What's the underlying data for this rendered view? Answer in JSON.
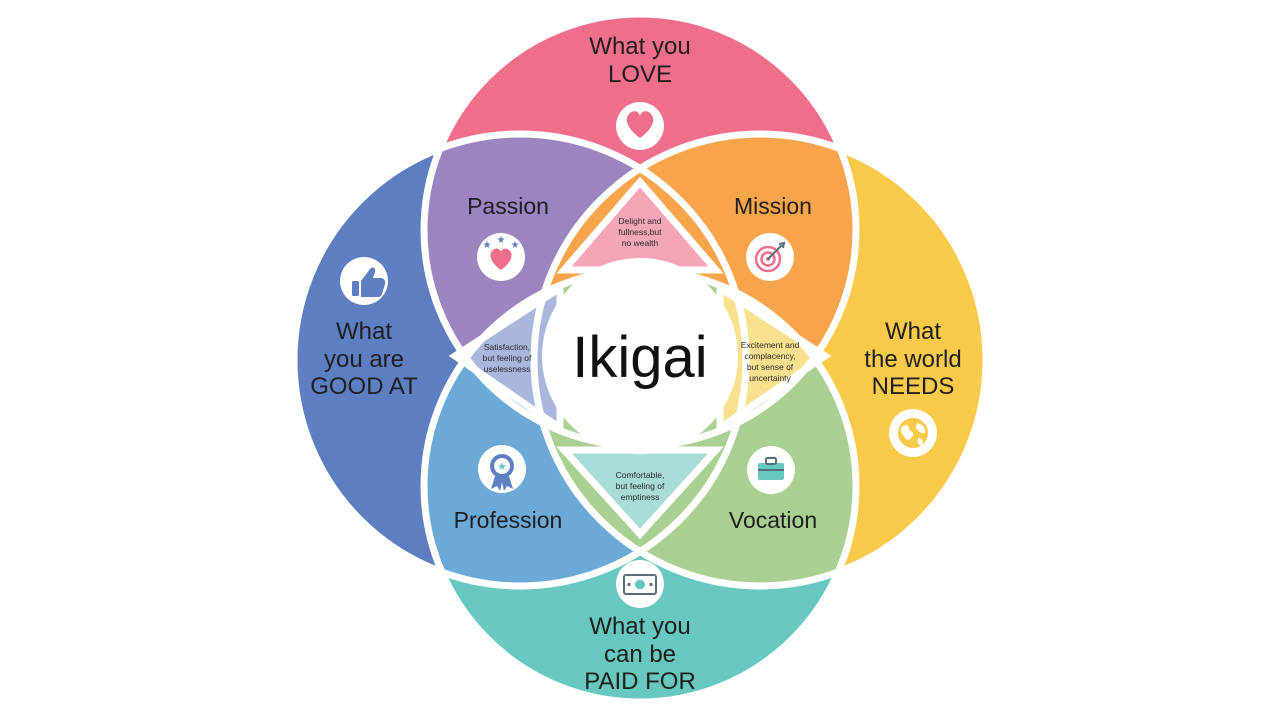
{
  "center": {
    "title": "Ikigai"
  },
  "circles": {
    "love": {
      "line1": "What you",
      "line2": "LOVE",
      "icon": "heart-icon",
      "color": "#ef6f8b"
    },
    "good": {
      "line1": "What",
      "line2": "you are",
      "line3": "GOOD AT",
      "icon": "thumbs-up-icon",
      "color": "#5d7fc1"
    },
    "needs": {
      "line1": "What",
      "line2": "the world",
      "line3": "NEEDS",
      "icon": "globe-icon",
      "color": "#f9c94a"
    },
    "paid": {
      "line1": "What you",
      "line2": "can be",
      "line3": "PAID FOR",
      "icon": "money-icon",
      "color": "#67c8c0"
    }
  },
  "petals": {
    "passion": {
      "label": "Passion",
      "icon": "heart-stars-icon",
      "color": "#9b84bf"
    },
    "mission": {
      "label": "Mission",
      "icon": "target-icon",
      "color": "#f7a44a"
    },
    "profession": {
      "label": "Profession",
      "icon": "award-ribbon-icon",
      "color": "#6aa9d8"
    },
    "vocation": {
      "label": "Vocation",
      "icon": "briefcase-icon",
      "color": "#a9cf93"
    }
  },
  "triangles": {
    "top": {
      "line1": "Delight and",
      "line2": "fullness,but",
      "line3": "no wealth",
      "color": "#f4a5b7"
    },
    "left": {
      "line1": "Satisfaction,",
      "line2": "but feeling of",
      "line3": "uselessness",
      "color": "#a9b7dd"
    },
    "right": {
      "line1": "Excitement and",
      "line2": "complacency,",
      "line3": "but sense of",
      "line4": "uncertainty",
      "color": "#f9e08f"
    },
    "bottom": {
      "line1": "Comfortable,",
      "line2": "but feeling of",
      "line3": "emptiness",
      "color": "#a9dcd5"
    }
  }
}
